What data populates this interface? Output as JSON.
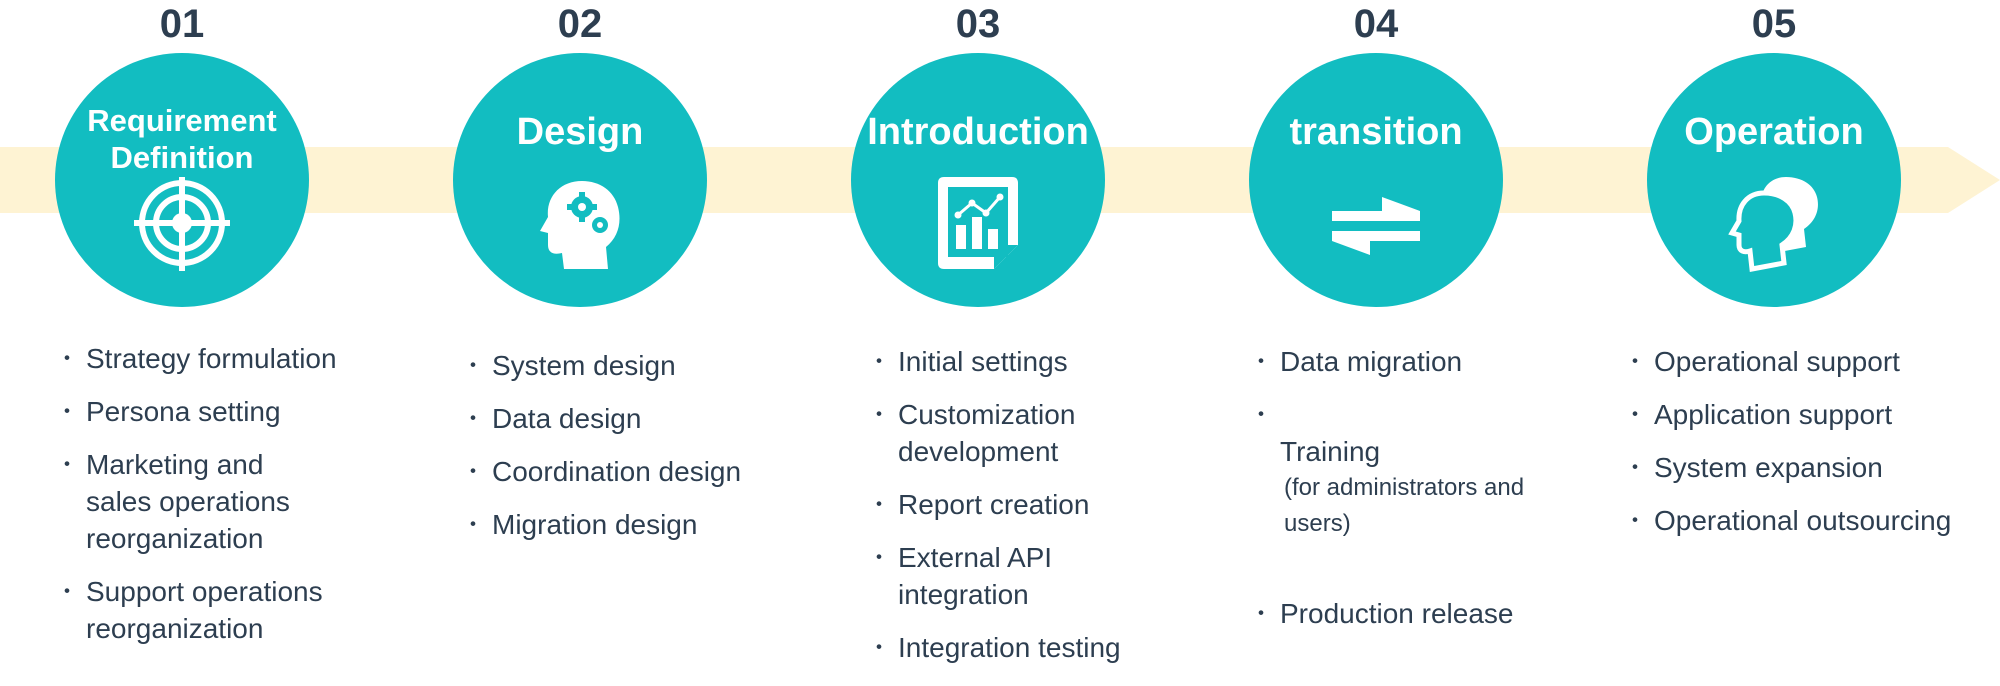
{
  "colors": {
    "circle": "#12bdc1",
    "arrow": "#fef3d3",
    "text": "#2d3e50",
    "icon": "#ffffff"
  },
  "steps": [
    {
      "number": "01",
      "title": "Requirement\nDefinition",
      "icon": "target-icon",
      "items": [
        {
          "text": "Strategy formulation"
        },
        {
          "text": "Persona setting"
        },
        {
          "text": "Marketing and\nsales operations\nreorganization"
        },
        {
          "text": "Support operations\nreorganization"
        }
      ]
    },
    {
      "number": "02",
      "title": "Design",
      "icon": "head-gears-icon",
      "items": [
        {
          "text": "System design"
        },
        {
          "text": "Data design"
        },
        {
          "text": "Coordination design"
        },
        {
          "text": "Migration design"
        }
      ]
    },
    {
      "number": "03",
      "title": "Introduction",
      "icon": "chart-tablet-icon",
      "items": [
        {
          "text": "Initial settings"
        },
        {
          "text": "Customization\ndevelopment"
        },
        {
          "text": "Report creation"
        },
        {
          "text": "External API integration"
        },
        {
          "text": "Integration testing"
        }
      ]
    },
    {
      "number": "04",
      "title": "transition",
      "icon": "exchange-arrows-icon",
      "items": [
        {
          "text": "Data migration"
        },
        {
          "text": "Training",
          "sub": "(for administrators and users)"
        },
        {
          "text": "Production release"
        }
      ]
    },
    {
      "number": "05",
      "title": "Operation",
      "icon": "two-heads-icon",
      "items": [
        {
          "text": "Operational support"
        },
        {
          "text": "Application support"
        },
        {
          "text": "System expansion"
        },
        {
          "text": "Operational outsourcing"
        }
      ]
    }
  ]
}
